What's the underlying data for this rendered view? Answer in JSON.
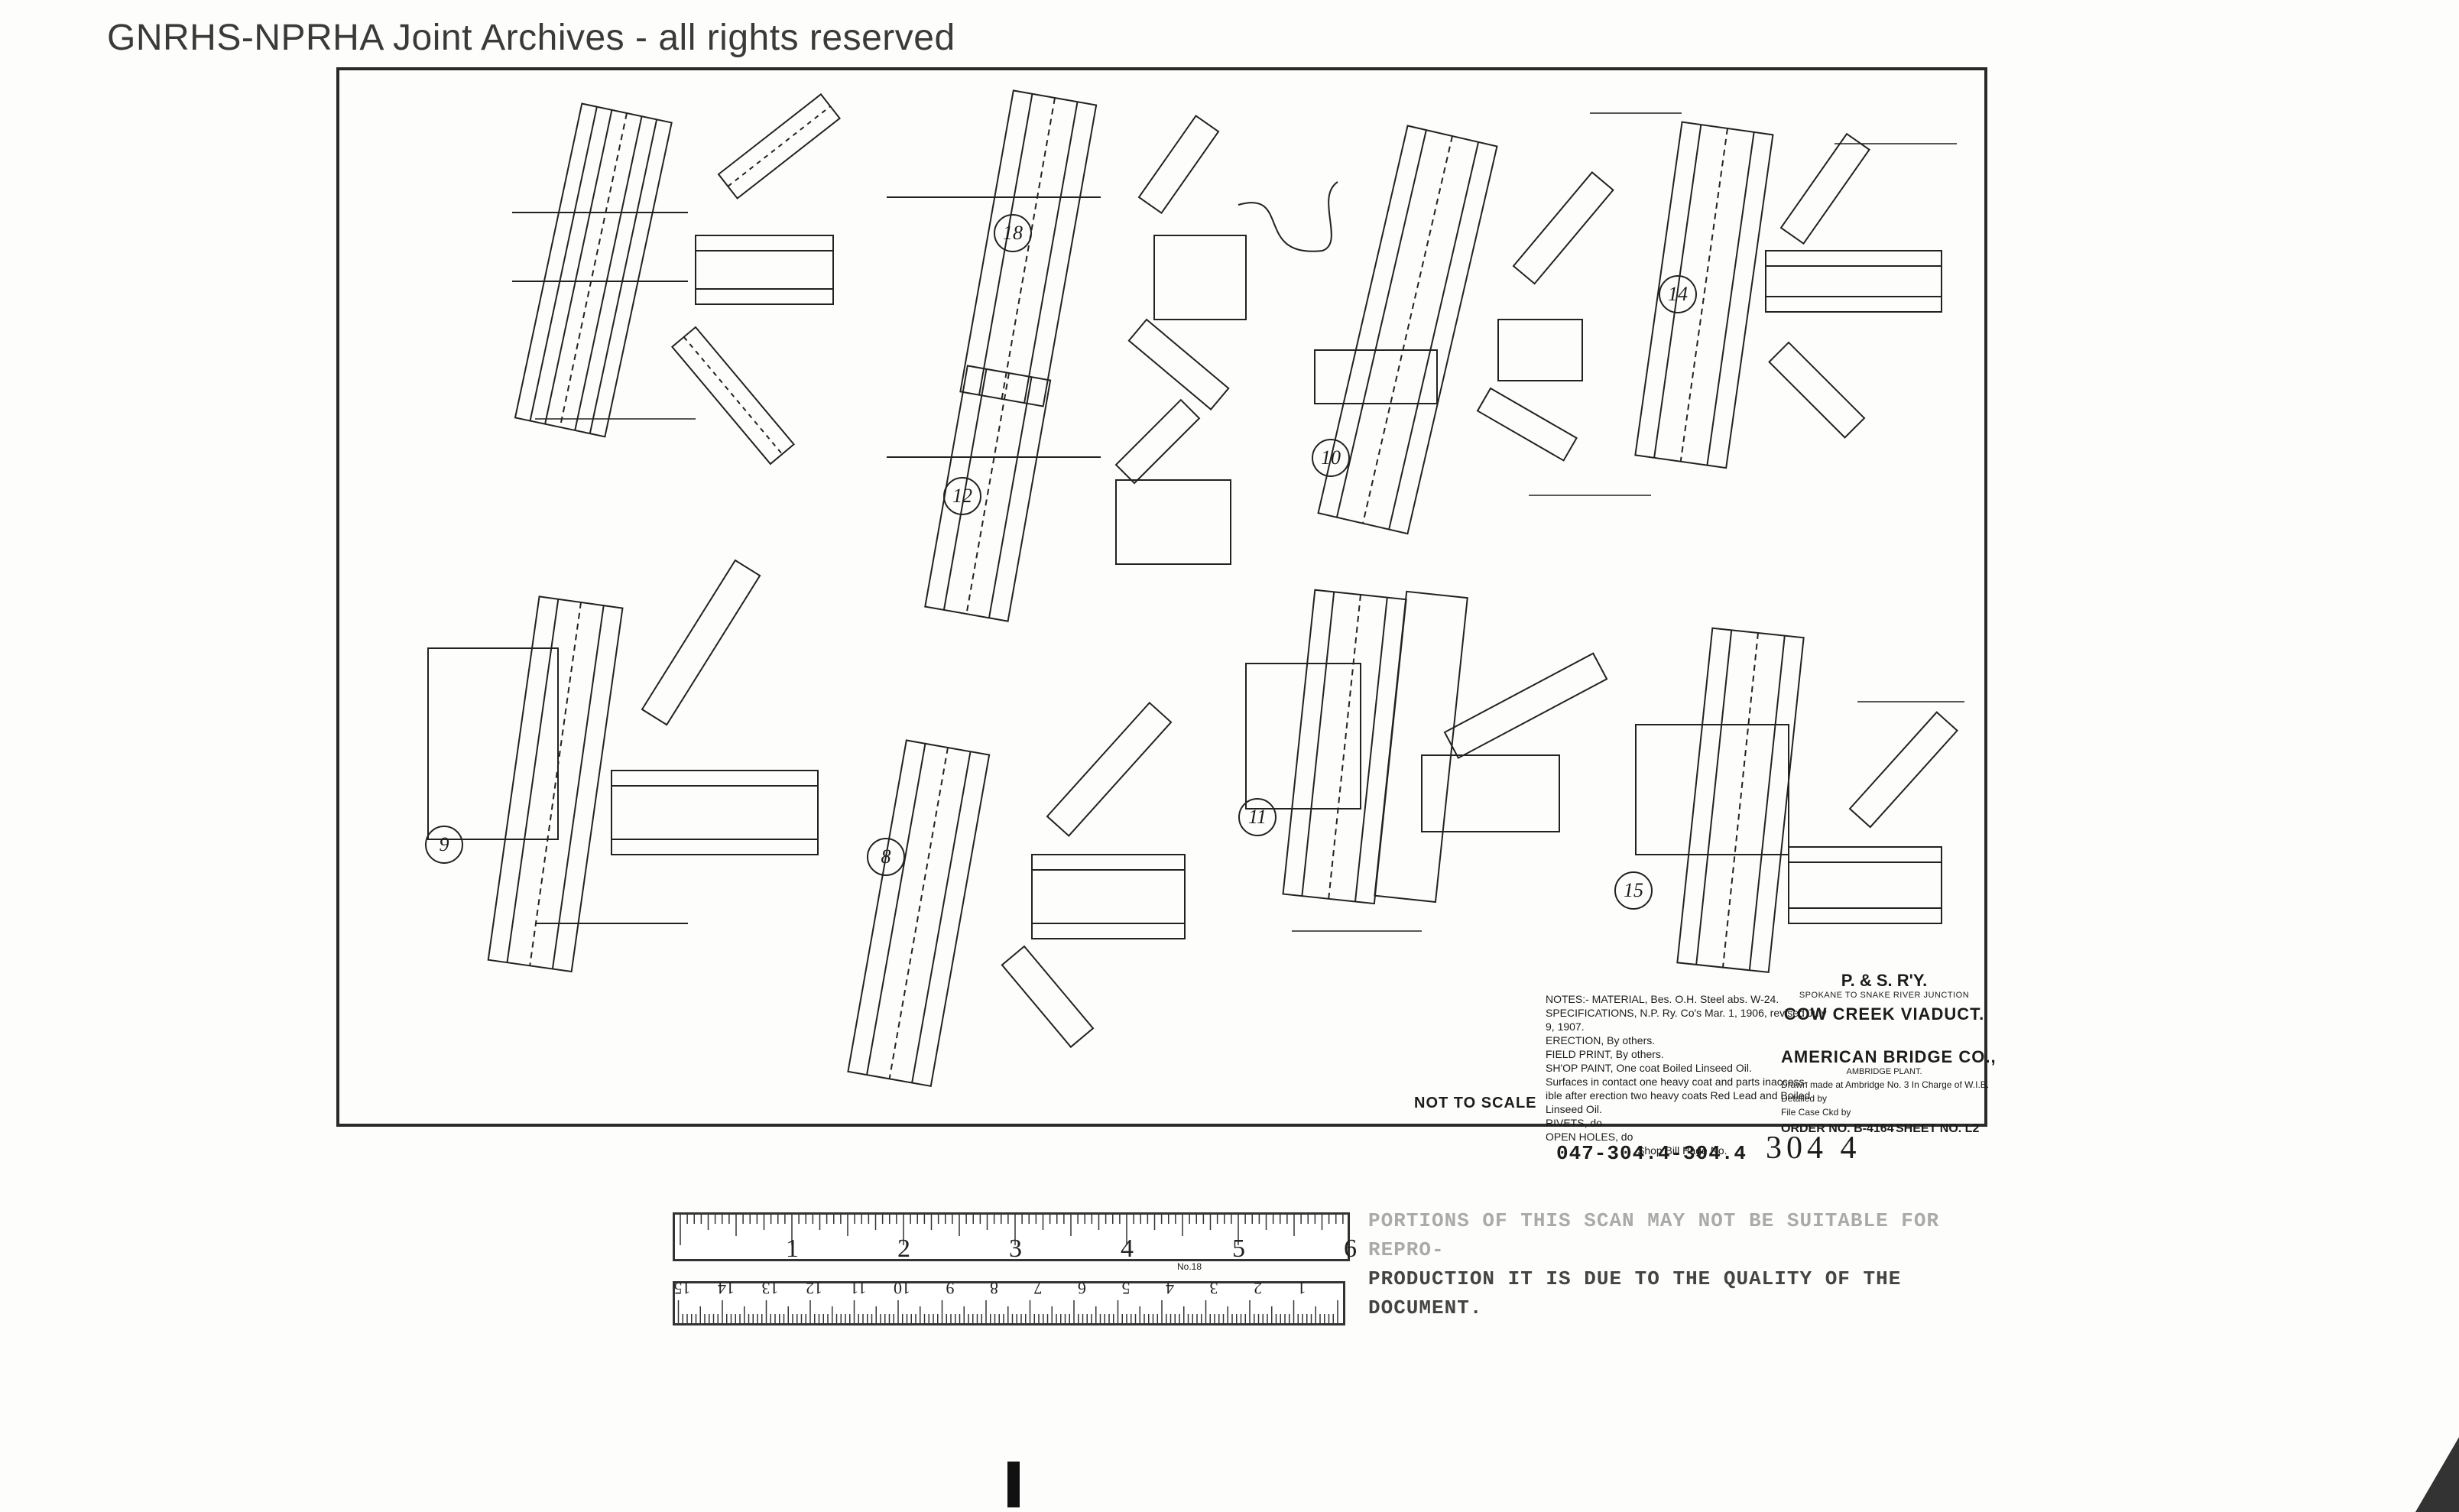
{
  "watermark": "GNRHS-NPRHA Joint Archives - all rights reserved",
  "details": [
    "18",
    "12",
    "10",
    "14",
    "9",
    "8",
    "11",
    "15"
  ],
  "notes": [
    "NOTES:- MATERIAL, Bes. O.H. Steel abs. W-24.",
    "SPECIFICATIONS, N.P. Ry. Co's Mar. 1, 1906, revised July",
    "9, 1907.",
    "ERECTION, By others.",
    "FIELD PRINT, By others.",
    "SH'OP PAINT, One coat Boiled Linseed Oil.",
    "Surfaces in contact one heavy coat and parts inaccess-",
    "ible after erection two heavy coats Red Lead and Boiled",
    "Linseed Oil.",
    "RIVETS, do",
    "OPEN HOLES, do",
    "Shop Bill Page No."
  ],
  "not_to_scale": "NOT TO SCALE",
  "title_block": {
    "railway": "P. & S. R'Y.",
    "route": "SPOKANE TO SNAKE RIVER JUNCTION",
    "project": "COW CREEK VIADUCT.",
    "company": "AMERICAN BRIDGE CO.,",
    "plant": "AMBRIDGE PLANT.",
    "drawn": "Drawn made at Ambridge No. 3 In Charge of W.I.B.",
    "detailed": "Detailed by",
    "file": "File Case Ckd by",
    "order": "ORDER NO. B-4164",
    "sheet": "SHEET NO. L2"
  },
  "drawing_number": "047-304.4-304.4",
  "page_number": "304 4",
  "quality_notice": [
    "PORTIONS OF THIS SCAN MAY NOT BE SUITABLE FOR REPRO-",
    "PRODUCTION IT IS DUE TO THE QUALITY OF THE DOCUMENT."
  ],
  "ruler": {
    "inch_labels": [
      "1",
      "2",
      "3",
      "4",
      "5",
      "6"
    ],
    "cm_labels": [
      "1",
      "2",
      "3",
      "4",
      "5",
      "6",
      "7",
      "8",
      "9",
      "10",
      "11",
      "12",
      "13",
      "14",
      "15"
    ],
    "label": "No.18"
  }
}
